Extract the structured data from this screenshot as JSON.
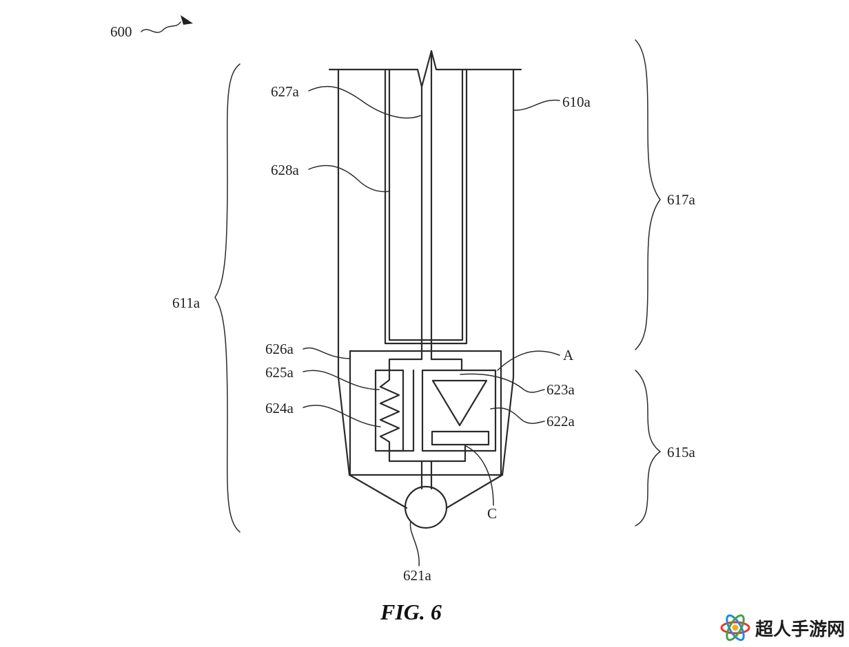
{
  "labels": {
    "l600": "600",
    "l627a": "627a",
    "l610a": "610a",
    "l628a": "628a",
    "l617a": "617a",
    "l611a": "611a",
    "l626a": "626a",
    "lA": "A",
    "l625a": "625a",
    "l623a": "623a",
    "l624a": "624a",
    "l622a": "622a",
    "l615a": "615a",
    "lC": "C",
    "l621a": "621a"
  },
  "caption": "FIG. 6",
  "watermark": {
    "text": "超人手游网",
    "icon": "atom-logo-icon"
  }
}
